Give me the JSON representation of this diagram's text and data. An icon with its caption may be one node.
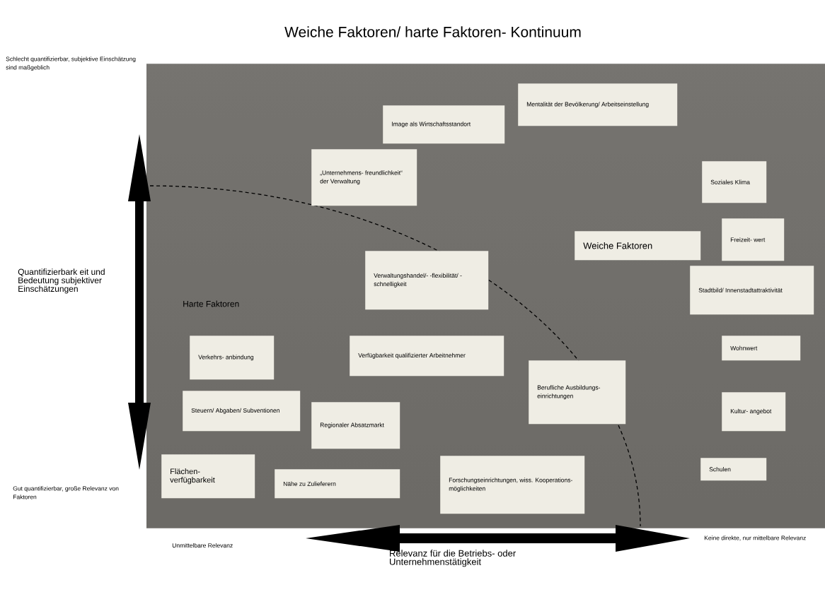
{
  "diagram": {
    "title": "Weiche Faktoren/ harte Faktoren- Kontinuum",
    "nodes": [
      {
        "text": [
          "Mentalität der Bevölkerung/ Arbeitseinstellung"
        ]
      },
      {
        "text": [
          "Image als Wirtschaftsstandort"
        ]
      },
      {
        "text": [
          "„Unternehmens- freundlichkeit“ der Verwaltung"
        ]
      },
      {
        "text": [
          "Soziales Klima"
        ]
      },
      {
        "text": [
          "Weiche Faktoren"
        ]
      },
      {
        "text": [
          "Freizeit- wert"
        ]
      },
      {
        "text": [
          "Verwaltungshandel/- -flexibilität/ - schnelligkeit"
        ]
      },
      {
        "text": [
          "Stadtbild/ Innenstadtattraktivität"
        ]
      },
      {
        "text": [
          "Verkehrs- anbindung"
        ]
      },
      {
        "text": [
          "Verfügbarkeit qualifizierter Arbeitnehmer"
        ]
      },
      {
        "text": [
          "Wohnwert"
        ]
      },
      {
        "text": [
          "Berufliche Ausbildungs- einrichtungen"
        ]
      },
      {
        "text": [
          "Steuern/ Abgaben/ Subventionen"
        ]
      },
      {
        "text": [
          "Regionaler Absatzmarkt"
        ]
      },
      {
        "text": [
          "Kultur- angebot"
        ]
      },
      {
        "text": [
          "Flächen- verfügbarkeit"
        ]
      },
      {
        "text": [
          "Nähe zu Zulieferern"
        ]
      },
      {
        "text": [
          "Forschungseinrichtungen, wiss. Kooperations- möglichkeiten"
        ]
      },
      {
        "text": [
          "Schulen"
        ]
      }
    ],
    "labels": [
      "Schlecht quantifizierbar, subjektive Einschätzung sind maßgeblich",
      "Quantifizierbark eit und Bedeutung subjektiver Einschätzungen",
      "Harte Faktoren",
      "Gut quantifizierbar, große Relevanz von Faktoren",
      "Unmittelbare Relevanz",
      "Keine direkte, nur mittelbare Relevanz",
      "Relevanz für die Betriebs- oder Unternehmenstätigkeit"
    ]
  }
}
